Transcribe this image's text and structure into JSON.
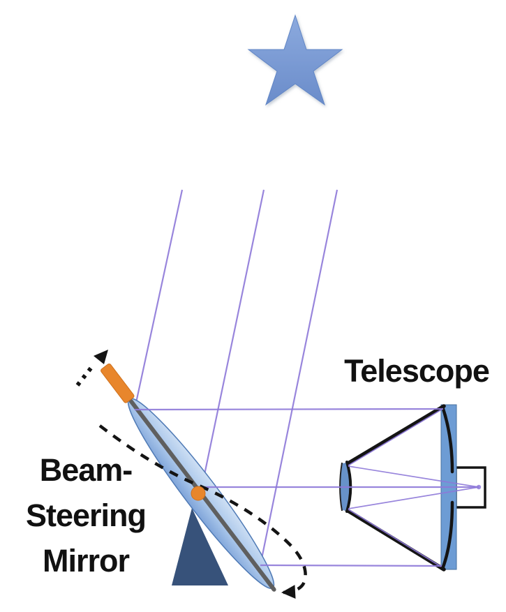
{
  "labels": {
    "telescope": "Telescope",
    "mirror": {
      "line1": "Beam-",
      "line2": "Steering",
      "line3": "Mirror"
    }
  },
  "colors": {
    "background": "#ffffff",
    "ray": "#8d78d8",
    "star_fill": "#7d9ed9",
    "mirror_glass_light": "#c8daf1",
    "mirror_glass_dark": "#82a7db",
    "mirror_axis_gray": "#5f5f5f",
    "orange": "#e8862c",
    "stand_navy": "#37527a",
    "telescope_glass": "#6d9cd4",
    "secondary_glass": "#6792c9",
    "detector_fill": "#ffffff",
    "outline": "#141414",
    "label_text": "#111111"
  },
  "icons": {
    "star": "star-icon",
    "rotation_arrow": "curved-dashed-arrow-icon",
    "tilt_arrow": "dotted-arrow-icon"
  }
}
